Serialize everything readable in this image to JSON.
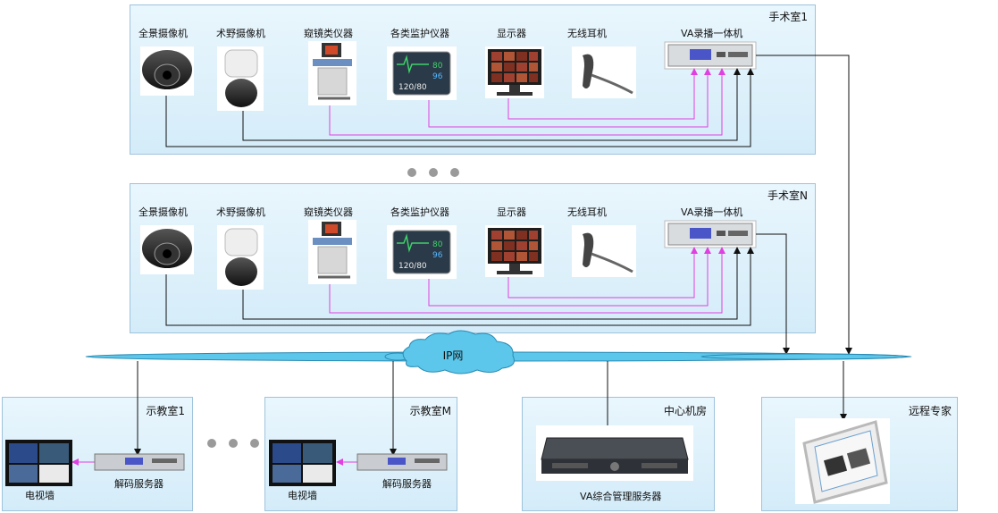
{
  "rooms": {
    "or1": {
      "title": "手术室1"
    },
    "orN": {
      "title": "手术室N"
    }
  },
  "devices": {
    "panorama": "全景摄像机",
    "field": "术野摄像机",
    "endoscope": "窥镜类仪器",
    "monitor": "各类监护仪器",
    "display": "显示器",
    "headset": "无线耳机",
    "recorder": "VA录播一体机"
  },
  "network": {
    "label": "IP网"
  },
  "classrooms": {
    "c1": {
      "title": "示教室1",
      "tv": "电视墙",
      "decoder": "解码服务器"
    },
    "cM": {
      "title": "示教室M",
      "tv": "电视墙",
      "decoder": "解码服务器"
    }
  },
  "center": {
    "title": "中心机房",
    "server": "VA综合管理服务器"
  },
  "expert": {
    "title": "远程专家"
  },
  "colors": {
    "video_line": "#e040e0",
    "data_line": "#111111",
    "network": "#5cc7ea",
    "panel_border": "#9fc3dc"
  }
}
